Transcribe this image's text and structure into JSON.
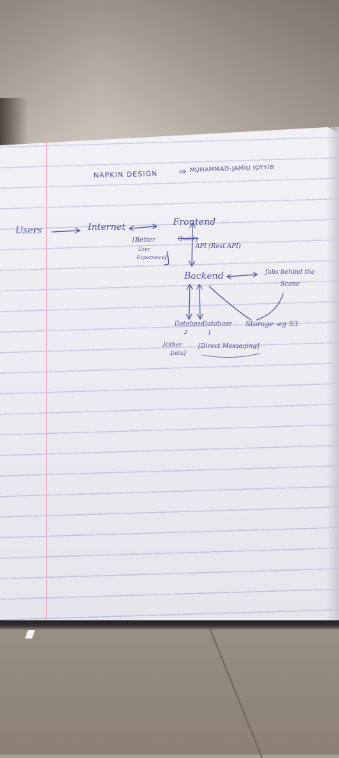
{
  "notebook": {
    "title": "NAPKIN DESIGN",
    "title_arrow": "⇒",
    "author": "MUHAMMAD-JAMIU IOYYIB"
  },
  "diagram": {
    "users": "Users",
    "internet": "Internet",
    "frontend": "Frontend",
    "frontend_struck": "Quality",
    "better_ux_line1": "[Better",
    "better_ux_line2": "User",
    "better_ux_line3": "Experience]",
    "api": "API (Rest API)",
    "backend": "Backend",
    "jobs_line1": "Jobs behind the",
    "jobs_line2": "Scene",
    "database2_label": "Database",
    "database2_num": "2",
    "database1_label": "Database",
    "database1_num": "1",
    "storage": "Storage -eg S3",
    "other_data_line1": "[Other",
    "other_data_line2": "Data]",
    "direct_messaging": "[Direct Messaging]"
  },
  "colors": {
    "ink": "#4d4f9b",
    "page": "#ececf2",
    "rule_lines": "#b9bde0",
    "margin_line": "#e9a7b3",
    "table": "#a89e94"
  }
}
